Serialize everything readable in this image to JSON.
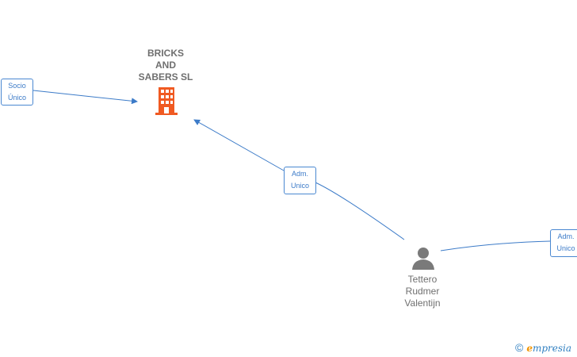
{
  "company": {
    "name": "BRICKS\nAND\nSABERS  SL",
    "icon": "building-icon",
    "color": "#f05a22"
  },
  "person": {
    "name": "Tettero\nRudmer\nValentijn",
    "icon": "person-icon",
    "color": "#6f6f6f"
  },
  "edges": [
    {
      "label": "Socio\nÚnico"
    },
    {
      "label": "Adm.\nUnico"
    },
    {
      "label": "Adm.\nUnico"
    }
  ],
  "edge_color": "#3c7bc8",
  "watermark": {
    "copyright": "©",
    "brand_initial": "e",
    "brand_rest": "mpresia"
  }
}
